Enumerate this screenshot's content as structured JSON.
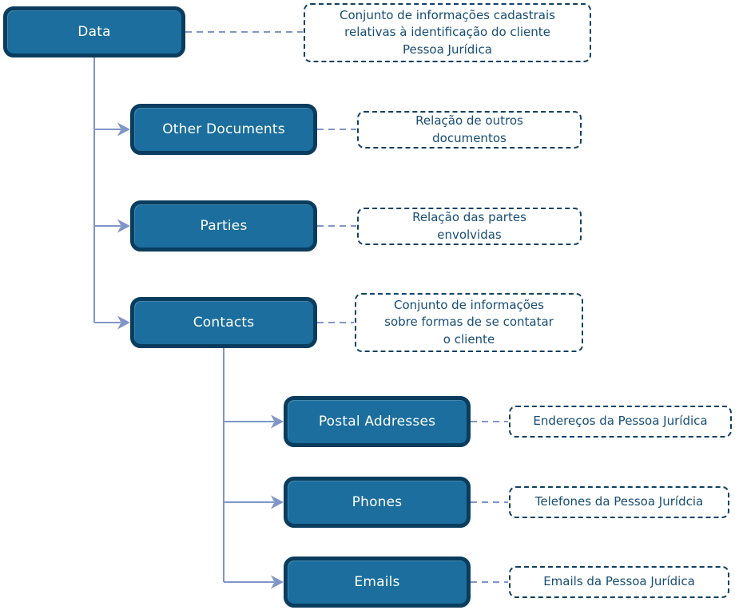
{
  "diagram": {
    "title": "Pessoa Jurídica data structure tree",
    "colors": {
      "node_fill": "#1b6e9d",
      "node_border": "#0a3c5e",
      "node_text": "#ffffff",
      "annotation_border": "#104064",
      "annotation_text": "#174d75",
      "connector": "#8095c7",
      "background": "#ffffff"
    },
    "nodes": [
      {
        "id": "data",
        "label": "Data",
        "description": "Conjunto de informações cadastrais\nrelativas à identificação do cliente\nPessoa Jurídica"
      },
      {
        "id": "other-documents",
        "label": "Other Documents",
        "description": "Relação de outros\ndocumentos"
      },
      {
        "id": "parties",
        "label": "Parties",
        "description": "Relação das partes\nenvolvidas"
      },
      {
        "id": "contacts",
        "label": "Contacts",
        "description": "Conjunto de informações\nsobre formas de se contatar\no cliente"
      },
      {
        "id": "postal-addresses",
        "label": "Postal Addresses",
        "description": "Endereços da Pessoa Jurídica"
      },
      {
        "id": "phones",
        "label": "Phones",
        "description": "Telefones da Pessoa Jurídcia"
      },
      {
        "id": "emails",
        "label": "Emails",
        "description": "Emails da Pessoa Jurídica"
      }
    ],
    "edges": [
      {
        "from": "Data",
        "to": "Other Documents"
      },
      {
        "from": "Data",
        "to": "Parties"
      },
      {
        "from": "Data",
        "to": "Contacts"
      },
      {
        "from": "Contacts",
        "to": "Postal Addresses"
      },
      {
        "from": "Contacts",
        "to": "Phones"
      },
      {
        "from": "Contacts",
        "to": "Emails"
      }
    ]
  }
}
